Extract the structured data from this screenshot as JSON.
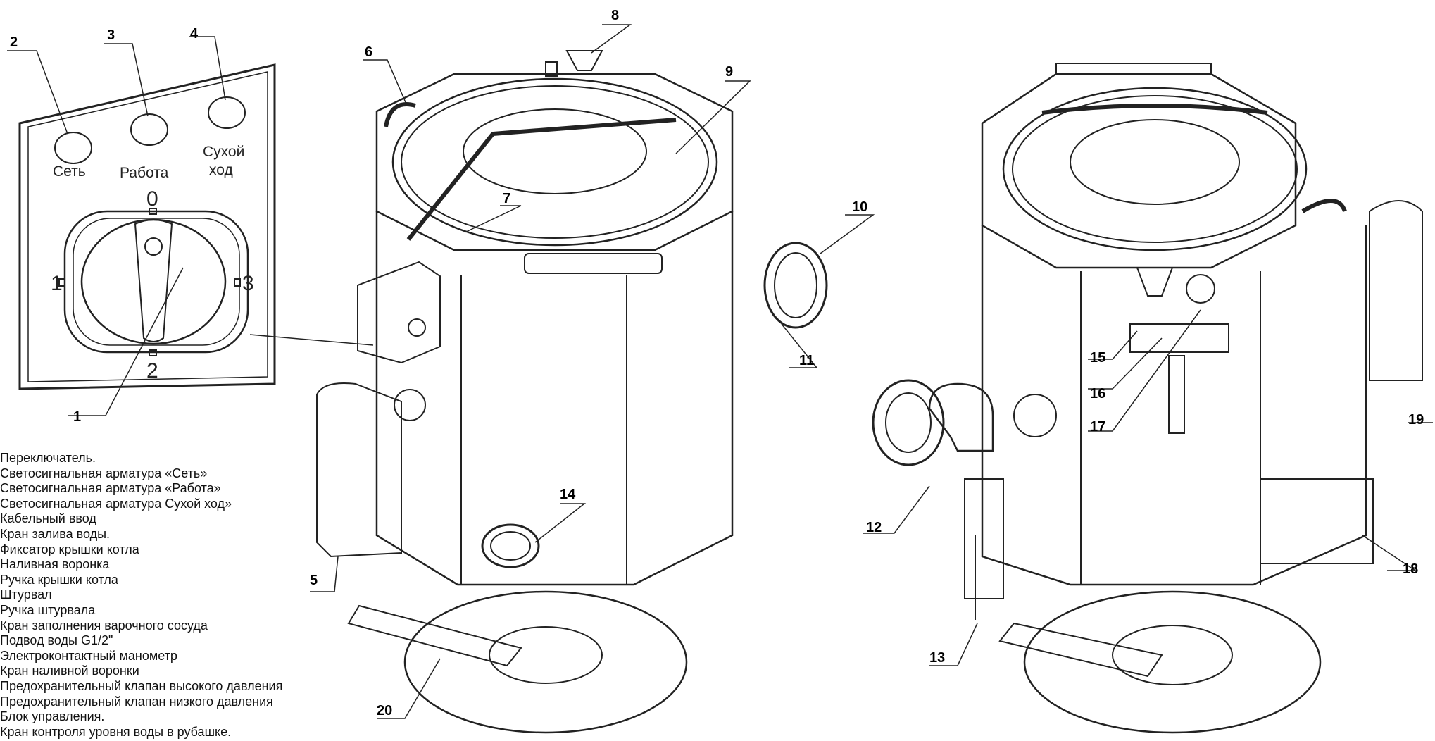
{
  "callouts": [
    "1",
    "2",
    "3",
    "4",
    "5",
    "6",
    "7",
    "8",
    "9",
    "10",
    "11",
    "12",
    "13",
    "14",
    "15",
    "16",
    "17",
    "18",
    "19",
    "20"
  ],
  "panel": {
    "lamp_1": "Сеть",
    "lamp_2": "Работа",
    "lamp_3_line1": "Сухой",
    "lamp_3_line2": "ход",
    "dial_0": "0",
    "dial_1": "1",
    "dial_2": "2",
    "dial_3": "3"
  },
  "legend": [
    "Переключатель.",
    "Светосигнальная арматура «Сеть»",
    "Светосигнальная арматура «Работа»",
    " Светосигнальная арматура  Сухой ход»",
    " Кабельный ввод",
    " Кран залива воды.",
    " Фиксатор крышки котла",
    "  Наливная воронка",
    "  Ручка крышки котла",
    "  Штурвал",
    "  Ручка штурвала",
    "  Кран заполнения варочного сосуда",
    "  Подвод воды G1/2\"",
    "  Электроконтактный манометр",
    "   Кран наливной воронки",
    "   Предохранительный клапан высокого давления",
    "   Предохранительный клапан низкого давления",
    "   Блок управления.",
    "   Кран контроля уровня воды в рубашке."
  ]
}
